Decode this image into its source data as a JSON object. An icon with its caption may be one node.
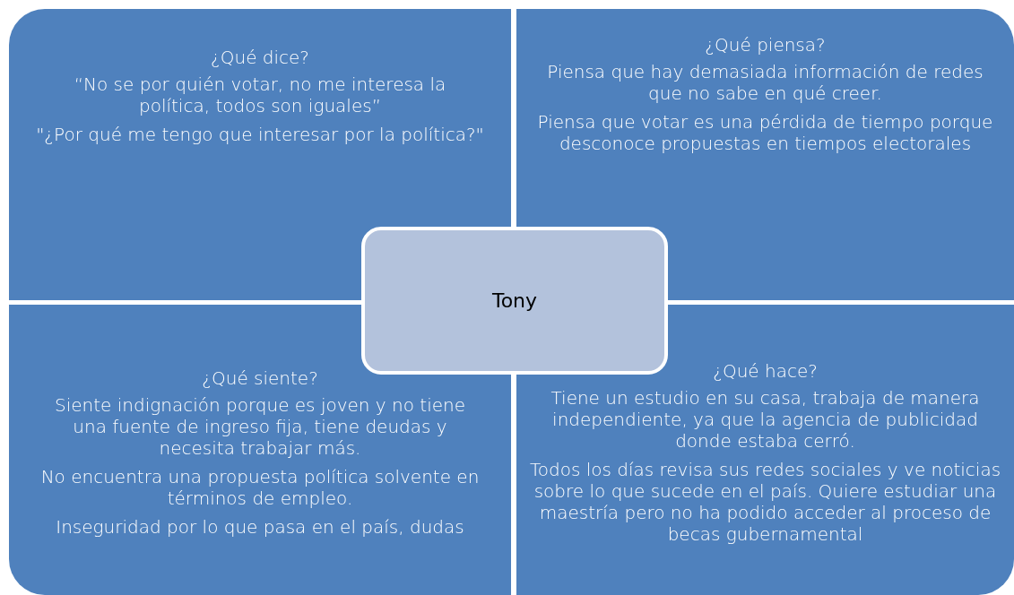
{
  "diagram": {
    "nodes": [
      {
        "text": [
          "¿Qué dice?",
          "“No se por quién votar, no me interesa la política, todos son iguales”",
          "\"¿Por qué me tengo que interesar por la política?\""
        ]
      },
      {
        "text": [
          "¿Qué piensa?",
          "Piensa que hay demasiada información de redes que no sabe en qué creer.",
          "Piensa que votar es una pérdida de tiempo porque desconoce propuestas en tiempos electorales"
        ]
      },
      {
        "text": [
          "¿Qué siente?",
          "Siente indignación porque es joven y no tiene una fuente de ingreso fija, tiene deudas y necesita trabajar más.",
          "No encuentra una propuesta política solvente en términos de empleo.",
          "Inseguridad por lo que pasa en el país, dudas"
        ]
      },
      {
        "text": [
          "¿Qué hace?",
          "Tiene un estudio en su casa, trabaja de manera independiente, ya que la agencia de publicidad  donde estaba cerró.",
          "Todos los días revisa sus redes sociales y ve noticias sobre lo que sucede en el país. Quiere estudiar una maestría pero no ha podido acceder al proceso de becas gubernamental"
        ]
      },
      {
        "text": [
          "Tony"
        ]
      }
    ],
    "edges": []
  }
}
